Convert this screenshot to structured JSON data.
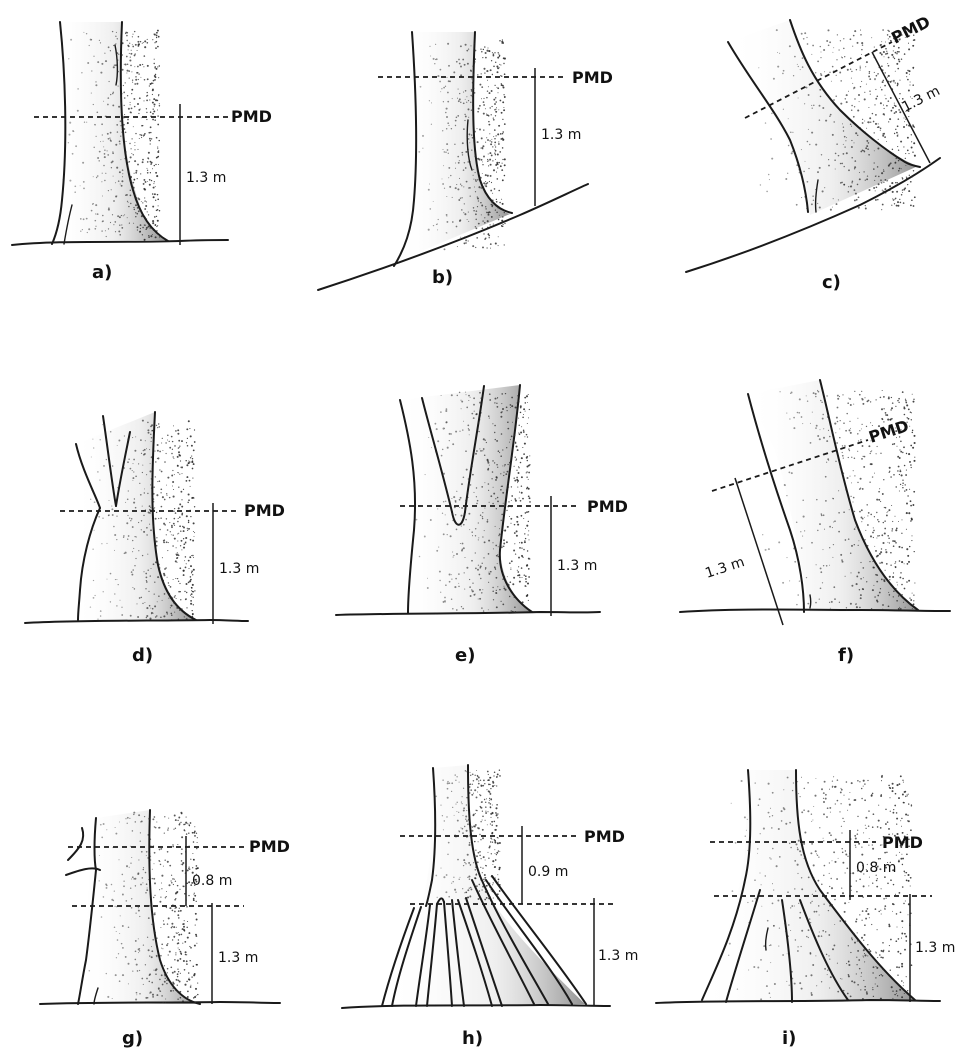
{
  "marker_label": "PMD",
  "panels": [
    {
      "id": "a",
      "label": "a)",
      "heights": [
        "1.3 m"
      ]
    },
    {
      "id": "b",
      "label": "b)",
      "heights": [
        "1.3 m"
      ]
    },
    {
      "id": "c",
      "label": "c)",
      "heights": [
        "1.3 m"
      ]
    },
    {
      "id": "d",
      "label": "d)",
      "heights": [
        "1.3 m"
      ]
    },
    {
      "id": "e",
      "label": "e)",
      "heights": [
        "1.3 m"
      ]
    },
    {
      "id": "f",
      "label": "f)",
      "heights": [
        "1.3 m"
      ]
    },
    {
      "id": "g",
      "label": "g)",
      "heights": [
        "0.8 m",
        "1.3 m"
      ]
    },
    {
      "id": "h",
      "label": "h)",
      "heights": [
        "0.9 m",
        "1.3 m"
      ]
    },
    {
      "id": "i",
      "label": "i)",
      "heights": [
        "0.8 m",
        "1.3 m"
      ]
    }
  ]
}
